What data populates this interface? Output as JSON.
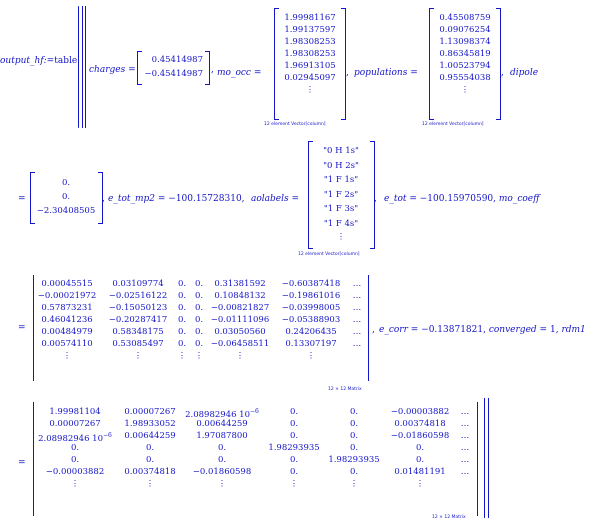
{
  "header": {
    "lhs": "output_hf",
    "assign": ":=",
    "table_word": "table"
  },
  "charges": {
    "label": "charges",
    "eq": "=",
    "values": [
      "0.45414987",
      "−0.45414987"
    ],
    "sep": ","
  },
  "mo_occ": {
    "label": "mo_occ",
    "eq": "=",
    "values": [
      "1.99981167",
      "1.99137597",
      "1.98308253",
      "1.98308253",
      "1.96913105",
      "0.02945097",
      "⋮"
    ],
    "caption": "12 element Vector[column]",
    "sep": ","
  },
  "populations": {
    "label": "populations",
    "eq": "=",
    "values": [
      "0.45508759",
      "0.09076254",
      "1.13098374",
      "0.86345819",
      "1.00523794",
      "0.95554038",
      "⋮"
    ],
    "caption": "12 element Vector[column]",
    "sep": ","
  },
  "dipole_label": "dipole",
  "dipole": {
    "eq": "=",
    "values": [
      "0.",
      "0.",
      "−2.30408505"
    ],
    "sep": ","
  },
  "e_tot_mp2": {
    "label": "e_tot_mp2",
    "text": "= −100.15728310,"
  },
  "aolabels": {
    "label": "aolabels",
    "eq": "=",
    "values": [
      "\"0 H 1s\"",
      "\"0 H 2s\"",
      "\"1 F 1s\"",
      "\"1 F 2s\"",
      "\"1 F 3s\"",
      "\"1 F 4s\"",
      "⋮"
    ],
    "caption": "12 element Vector[column]",
    "sep": ","
  },
  "e_tot": {
    "label": "e_tot",
    "text": "= −100.15970590,"
  },
  "mo_coeff_label": "mo_coeff",
  "mo_coeff": {
    "eq": "=",
    "columns": [
      [
        "0.00045515",
        "−0.00021972",
        "0.57873231",
        "0.46041236",
        "0.00484979",
        "0.00574110",
        "⋮"
      ],
      [
        "0.03109774",
        "−0.02516122",
        "−0.15050123",
        "−0.20287417",
        "0.58348175",
        "0.53085497",
        "⋮"
      ],
      [
        "0.",
        "0.",
        "0.",
        "0.",
        "0.",
        "0.",
        "⋮"
      ],
      [
        "0.",
        "0.",
        "0.",
        "0.",
        "0.",
        "0.",
        "⋮"
      ],
      [
        "0.31381592",
        "0.10848132",
        "−0.00821827",
        "−0.01111096",
        "0.03050560",
        "−0.06458511",
        "⋮"
      ],
      [
        "−0.60387418",
        "−0.19861016",
        "−0.03998005",
        "−0.05388903",
        "0.24206435",
        "0.13307197",
        "⋮"
      ],
      [
        "…",
        "…",
        "…",
        "…",
        "…",
        "…",
        ""
      ]
    ],
    "caption": "12 × 12 Matrix",
    "sep": ","
  },
  "e_corr": {
    "label": "e_corr",
    "text": "= −0.13871821,"
  },
  "converged": {
    "label": "converged",
    "eq": "=",
    "value": "1,"
  },
  "rdm1_label": "rdm1",
  "rdm1": {
    "eq": "=",
    "columns": [
      [
        "1.99981104",
        "0.00007267",
        "2.08982946 10",
        "0.",
        "0.",
        "−0.00003882",
        "⋮"
      ],
      [
        "0.00007267",
        "1.98933052",
        "0.00644259",
        "0.",
        "0.",
        "0.00374818",
        "⋮"
      ],
      [
        "2.08982946 10",
        "0.00644259",
        "1.97087800",
        "0.",
        "0.",
        "−0.01860598",
        "⋮"
      ],
      [
        "0.",
        "0.",
        "0.",
        "1.98293935",
        "0.",
        "0.",
        "⋮"
      ],
      [
        "0.",
        "0.",
        "0.",
        "0.",
        "1.98293935",
        "0.",
        "⋮"
      ],
      [
        "−0.00003882",
        "0.00374818",
        "−0.01860598",
        "0.",
        "0.",
        "0.01481191",
        "⋮"
      ],
      [
        "…",
        "…",
        "…",
        "…",
        "…",
        "…",
        ""
      ]
    ],
    "exponent": "−6",
    "caption": "12 × 12 Matrix"
  }
}
